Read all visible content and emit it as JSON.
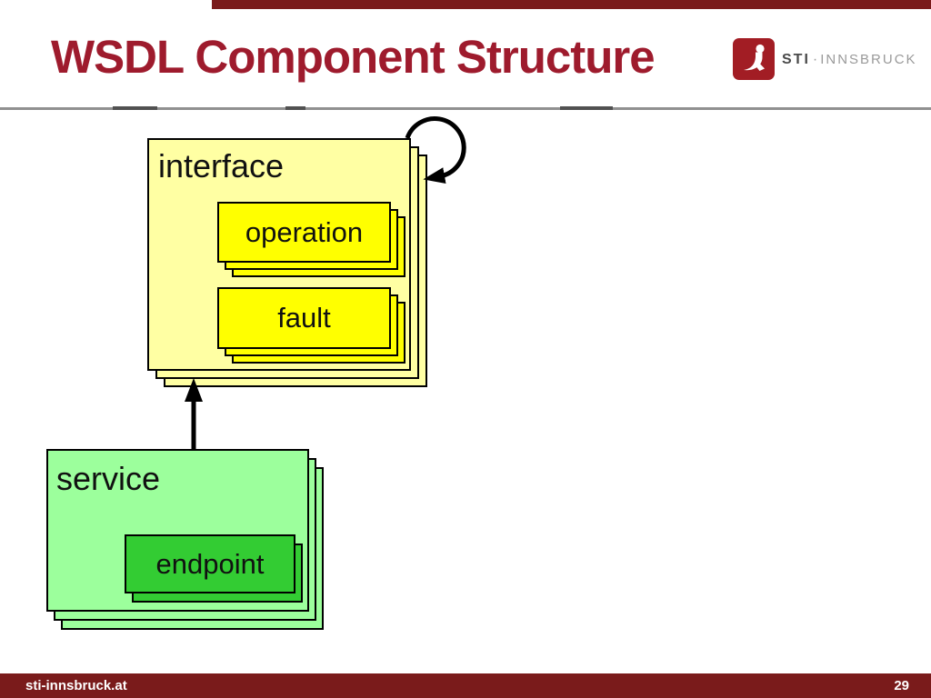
{
  "slide": {
    "title": "WSDL Component Structure"
  },
  "logo": {
    "org": "STI",
    "separator": "·",
    "location": "INNSBRUCK"
  },
  "diagram": {
    "interface_label": "interface",
    "operation_label": "operation",
    "fault_label": "fault",
    "service_label": "service",
    "endpoint_label": "endpoint",
    "relations": {
      "self_loop": "interface-to-interface",
      "up_arrow": "service-to-interface"
    }
  },
  "footer": {
    "website": "sti-innsbruck.at",
    "page_number": "29"
  },
  "colors": {
    "accent_maroon": "#7a1b1b",
    "title_red": "#9e1b2d",
    "logo_red": "#a21d24",
    "divider_gray": "#909090",
    "interface_fill": "#ffffa3",
    "operation_fill": "#ffff00",
    "service_fill": "#9cff9c",
    "endpoint_fill": "#33cc33"
  }
}
